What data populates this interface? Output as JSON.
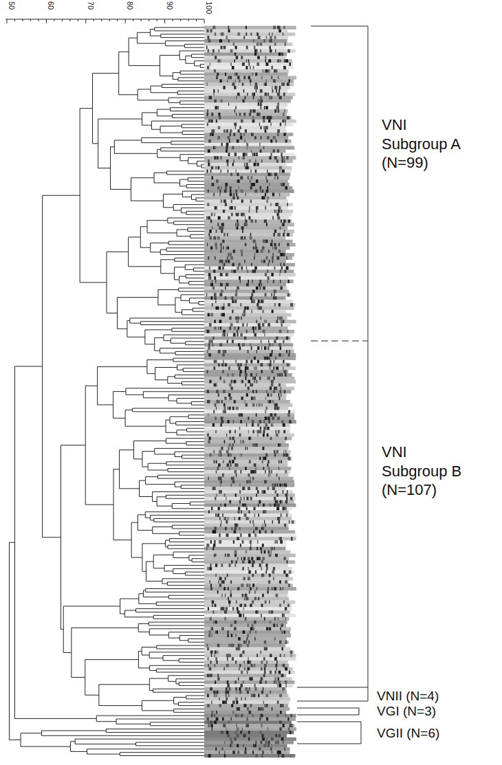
{
  "diagram": {
    "labels": [
      "50",
      "60",
      "70",
      "80",
      "90",
      "100",
      "VNI Subgroup A (N=99)",
      "VNI Subgroup B (N=107)",
      "VNII (N=4)",
      "VGI (N=3)",
      "VGII (N=6)"
    ]
  }
}
